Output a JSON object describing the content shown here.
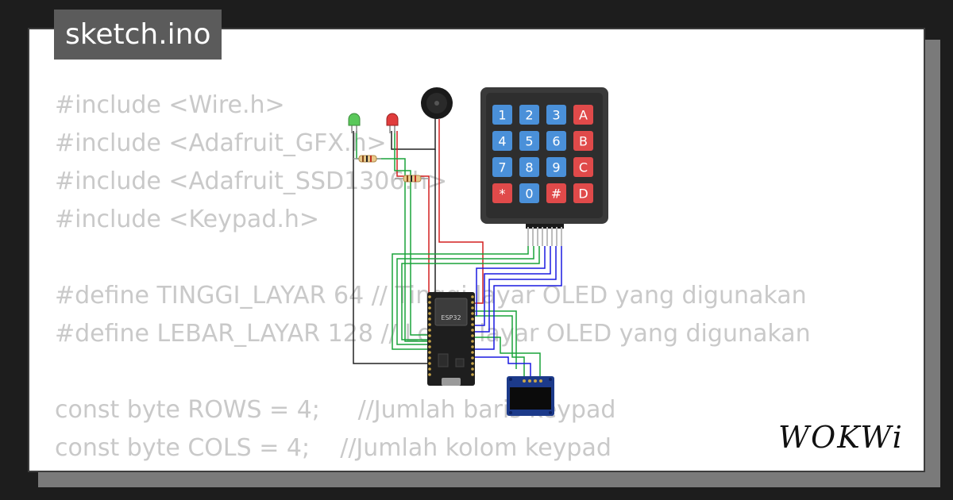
{
  "filename": "sketch.ino",
  "code_lines": [
    "#include <Wire.h>",
    "#include <Adafruit_GFX.h>",
    "#include <Adafruit_SSD1306.h>",
    "#include <Keypad.h>",
    "",
    "#define TINGGI_LAYAR 64 // Tinggi layar OLED yang digunakan",
    "#define LEBAR_LAYAR 128 // Lebar layar OLED yang digunakan",
    "",
    "const byte ROWS = 4;     //Jumlah baris keypad",
    "const byte COLS = 4;    //Jumlah kolom keypad"
  ],
  "keypad": {
    "keys": [
      [
        "1",
        "2",
        "3",
        "A"
      ],
      [
        "4",
        "5",
        "6",
        "B"
      ],
      [
        "7",
        "8",
        "9",
        "C"
      ],
      [
        "*",
        "0",
        "#",
        "D"
      ]
    ]
  },
  "esp32_label": "ESP32",
  "logo_text": "WOKWi",
  "colors": {
    "key_blue": "#4a90d9",
    "key_red": "#e04a4a",
    "wire_green": "#1aa33a",
    "wire_blue": "#1a1ae0",
    "wire_red": "#d42020",
    "wire_black": "#222222",
    "led_green": "#5ac85a",
    "led_red": "#e03c3c"
  }
}
